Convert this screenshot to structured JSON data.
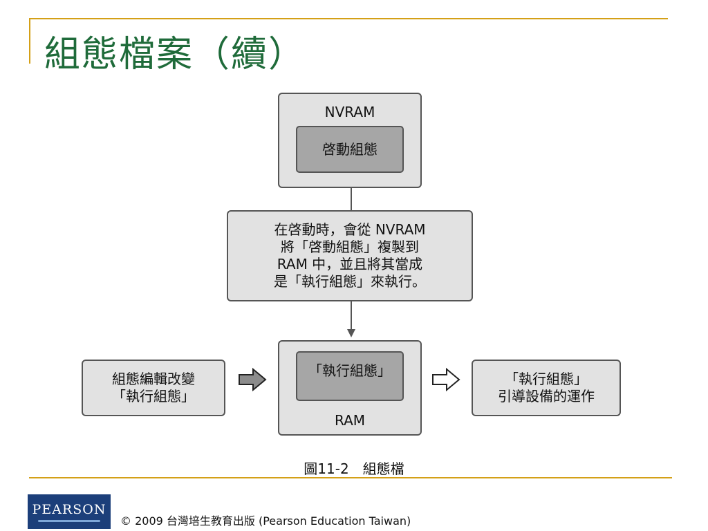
{
  "slide": {
    "title": "組態檔案（續）",
    "caption": "圖11-2　組態檔",
    "copyright": "© 2009 台灣培生教育出版 (Pearson Education Taiwan)",
    "logo_text": "PEARSON"
  },
  "diagram": {
    "nvram_box": {
      "label": "NVRAM",
      "inner_label": "啓動組態"
    },
    "process_box": {
      "lines": [
        "在啓動時，會從 NVRAM",
        "將「啓動組態」複製到",
        "RAM 中，並且將其當成",
        "是「執行組態」來執行。"
      ]
    },
    "ram_box": {
      "label": "RAM",
      "inner_label": "「執行組態」"
    },
    "left_box": {
      "lines": [
        "組態編輯改變",
        "「執行組態」"
      ]
    },
    "right_box": {
      "lines": [
        "「執行組態」",
        "引導設備的運作"
      ]
    }
  },
  "colors": {
    "accent": "#d4a017",
    "title": "#1f6b3a",
    "logo_bg": "#1c3f7a"
  }
}
